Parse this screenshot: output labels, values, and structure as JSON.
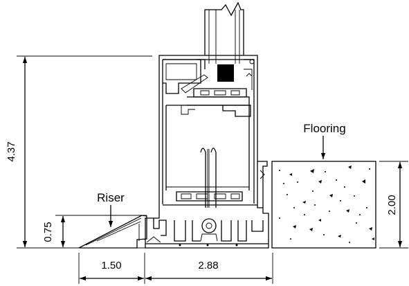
{
  "labels": {
    "flooring": "Flooring",
    "riser": "Riser"
  },
  "dimensions": {
    "total_height": "4.37",
    "riser_height": "0.75",
    "flooring_height": "2.00",
    "riser_width": "1.50",
    "frame_width": "2.88"
  },
  "colors": {
    "line": "#000000",
    "background": "#ffffff"
  }
}
